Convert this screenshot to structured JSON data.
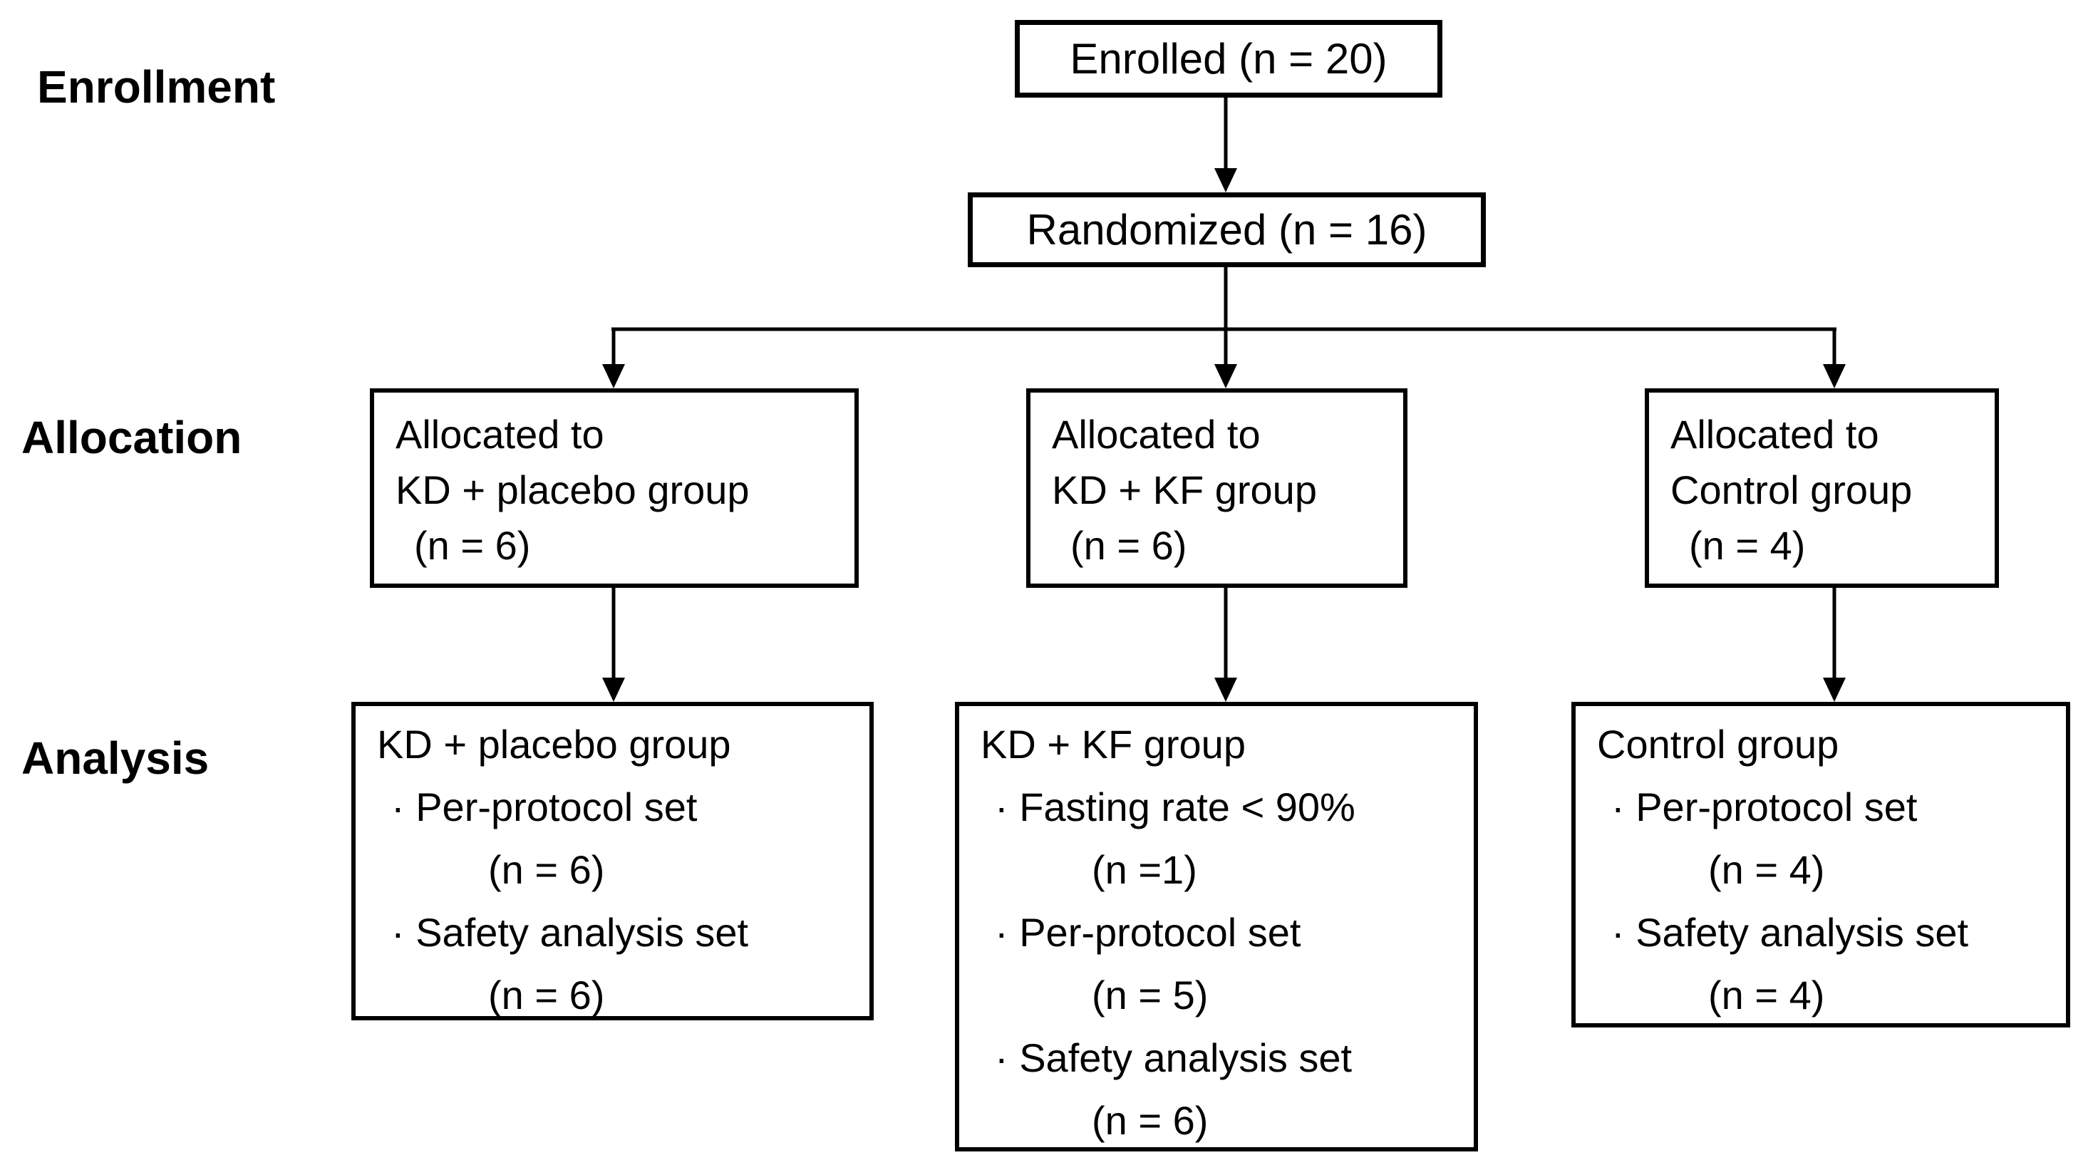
{
  "stage_labels": {
    "enrollment": "Enrollment",
    "allocation": "Allocation",
    "analysis": "Analysis"
  },
  "enrollment_flow": {
    "enrolled": "Enrolled (n = 20)",
    "randomized": "Randomized (n = 16)"
  },
  "allocation_boxes": [
    {
      "lines": [
        "Allocated to",
        "KD + placebo group",
        "(n = 6)"
      ]
    },
    {
      "lines": [
        "Allocated to",
        "KD + KF group",
        "(n = 6)"
      ]
    },
    {
      "lines": [
        "Allocated to",
        "Control group",
        "(n = 4)"
      ]
    }
  ],
  "analysis_boxes": [
    {
      "lines": [
        "KD + placebo group",
        "· Per-protocol set",
        "(n = 6)",
        "· Safety analysis set",
        "(n = 6)"
      ]
    },
    {
      "lines": [
        "KD + KF group",
        "· Fasting rate < 90%",
        "(n =1)",
        "· Per-protocol set",
        "(n = 5)",
        "· Safety analysis set",
        "(n = 6)"
      ]
    },
    {
      "lines": [
        "Control group",
        "· Per-protocol set",
        "(n = 4)",
        "· Safety analysis set",
        "(n = 4)"
      ]
    }
  ],
  "colors": {
    "line": "#000000",
    "text": "#000000",
    "background": "#ffffff"
  }
}
